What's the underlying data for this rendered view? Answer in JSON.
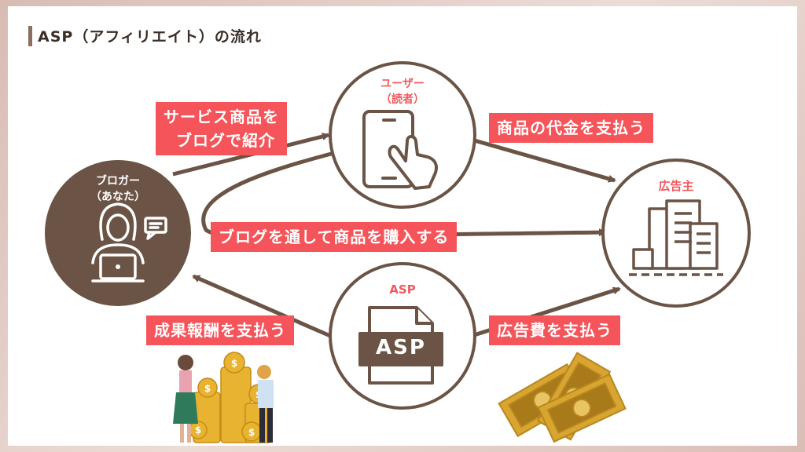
{
  "header": {
    "title": "ASP（アフィリエイト）の流れ"
  },
  "nodes": {
    "user_line1": "ユーザー",
    "user_line2": "（読者）",
    "blogger_line1": "ブロガー",
    "blogger_line2": "（あなた）",
    "advertiser": "広告主",
    "asp": "ASP",
    "asp_doc_text": "ASP"
  },
  "flows": {
    "introduce_line1": "サービス商品を",
    "introduce_line2": "ブログで紹介",
    "pay_price": "商品の代金を支払う",
    "purchase": "ブログを通して商品を購入する",
    "pay_reward": "成果報酬を支払う",
    "pay_ad_fee": "広告費を支払う"
  },
  "colors": {
    "accent_red": "#f5555a",
    "brown": "#6b5446",
    "coin_gold": "#e8b330",
    "bill_gold": "#d9a531"
  },
  "icons": [
    "smartphone-touch-icon",
    "blogger-laptop-icon",
    "building-icon",
    "asp-document-icon",
    "coins-people-illustration",
    "money-bills-illustration"
  ]
}
